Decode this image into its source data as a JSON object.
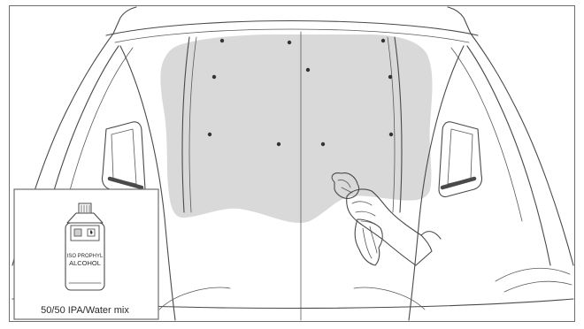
{
  "figure": {
    "border_color": "#6e6e6e",
    "shaded_area_color": "#d9d9d9",
    "line_color": "#4a4a4a",
    "background_color": "#ffffff"
  },
  "scene": {
    "subject": "car-hood-front-view",
    "shaded_zone": "hood-cleaning-area",
    "hand_icon": "hand-wiping-with-cloth"
  },
  "inset": {
    "bottle_label_line1": "ISO PROPHYL",
    "bottle_label_line2": "ALCOHOL",
    "caption": "50/50 IPA/Water mix"
  }
}
